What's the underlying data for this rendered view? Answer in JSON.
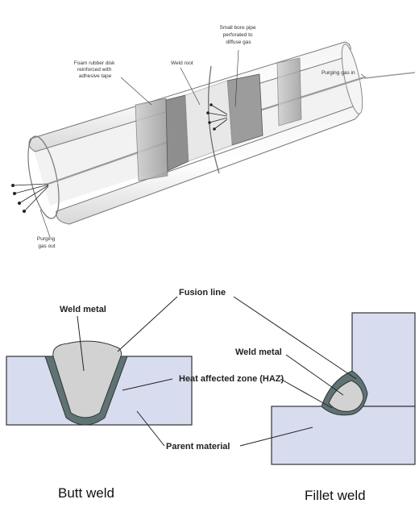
{
  "pipe_diagram": {
    "labels": {
      "foam_disk": [
        "Foam rubber disk",
        "reinforced with",
        "adhesive tape"
      ],
      "weld_root": "Weld root",
      "small_bore_pipe": [
        "Small bore pipe",
        "perforated to",
        "diffuse gas"
      ],
      "purging_gas_in": "Purging gas in",
      "purging_gas_out": [
        "Purging",
        "gas out"
      ]
    }
  },
  "weld_diagram": {
    "labels": {
      "weld_metal_butt": "Weld metal",
      "fusion_line": "Fusion line",
      "weld_metal_fillet": "Weld metal",
      "haz": "Heat affected zone (HAZ)",
      "parent_material": "Parent material"
    },
    "captions": {
      "butt": "Butt weld",
      "fillet": "Fillet weld"
    },
    "colors": {
      "parent": "#d7dcef",
      "haz": "#5f7375",
      "weld": "#d2d2d2",
      "outline": "#333333"
    }
  }
}
